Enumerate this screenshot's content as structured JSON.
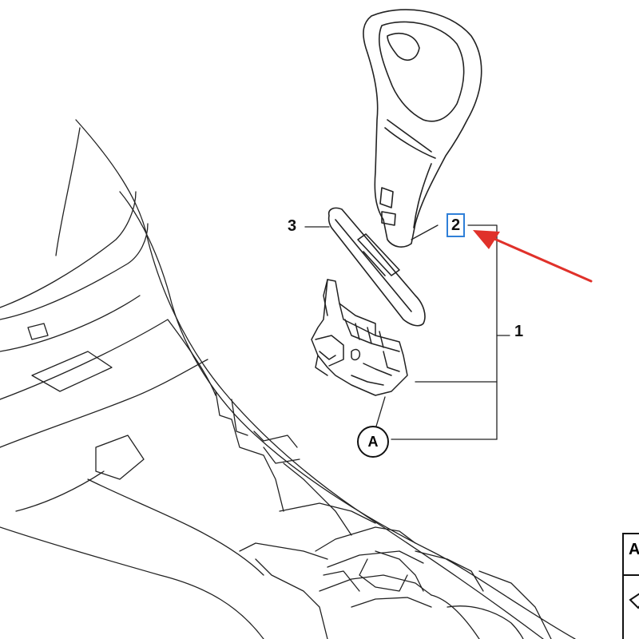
{
  "diagram": {
    "callouts": {
      "part_1": "1",
      "part_2": "2",
      "part_3": "3",
      "ref_a": "A"
    },
    "legend": {
      "letter": "A"
    },
    "colors": {
      "highlight_box": "#2f7fd8",
      "arrow": "#e0312a",
      "line": "#111111"
    }
  }
}
